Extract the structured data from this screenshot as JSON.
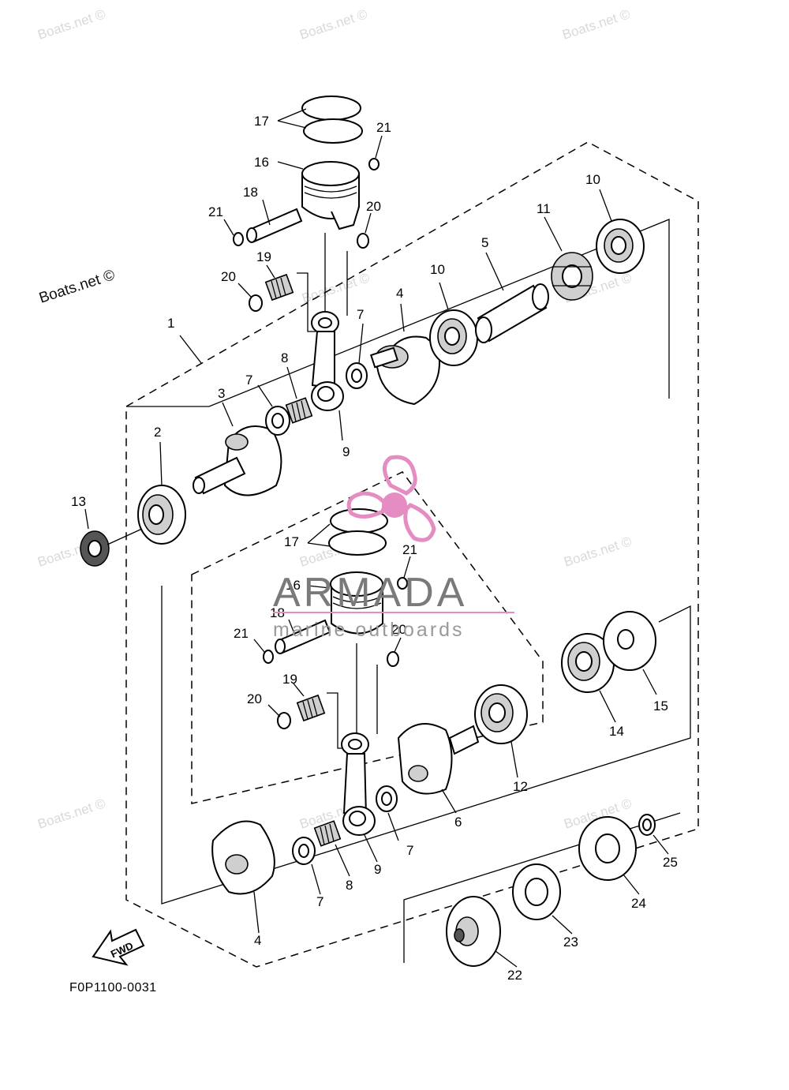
{
  "diagram": {
    "drawing_code": "F0P1100-0031",
    "fwd_label": "FWD",
    "watermark_text": "Boats.net ©",
    "logo": {
      "word": "ARMADA",
      "sub": "marine outboards",
      "color": "#e58cc3"
    }
  },
  "callouts": {
    "c1": "1",
    "c2": "2",
    "c3": "3",
    "c4a": "4",
    "c4b": "4",
    "c5": "5",
    "c6": "6",
    "c7a": "7",
    "c7b": "7",
    "c7c": "7",
    "c7d": "7",
    "c8a": "8",
    "c8b": "8",
    "c9a": "9",
    "c9b": "9",
    "c10a": "10",
    "c10b": "10",
    "c11": "11",
    "c12": "12",
    "c13": "13",
    "c14": "14",
    "c15": "15",
    "c16a": "16",
    "c16b": "16",
    "c17a": "17",
    "c17b": "17",
    "c18a": "18",
    "c18b": "18",
    "c19a": "19",
    "c19b": "19",
    "c20a": "20",
    "c20b": "20",
    "c20c": "20",
    "c20d": "20",
    "c21a": "21",
    "c21b": "21",
    "c21c": "21",
    "c21d": "21",
    "c22": "22",
    "c23": "23",
    "c24": "24",
    "c25": "25"
  }
}
